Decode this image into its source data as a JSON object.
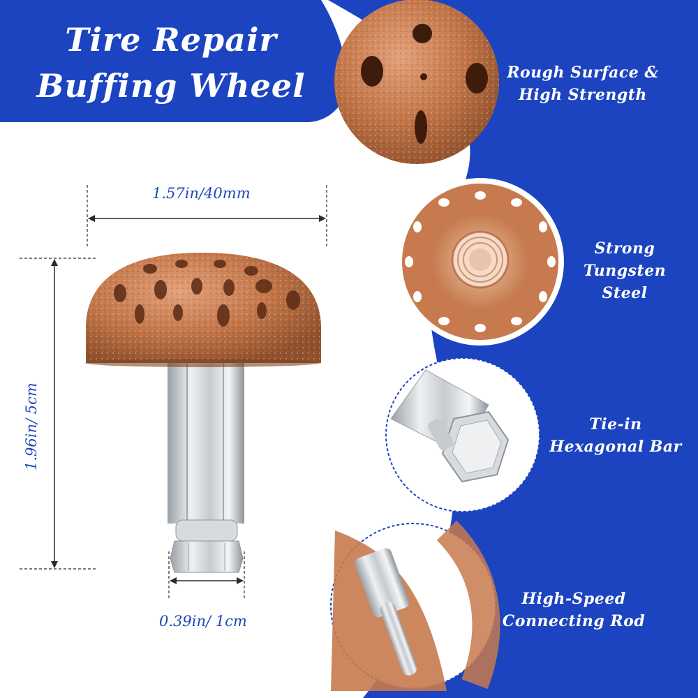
{
  "title": {
    "line1": "Tire Repair",
    "line2": "Buffing Wheel"
  },
  "dimensions": {
    "width": "1.57in/40mm",
    "height": "1.96in/ 5cm",
    "shank": "0.39in/ 1cm"
  },
  "features": [
    {
      "line1": "Rough Surface &",
      "line2": "High Strength",
      "icon": "buffing-head-closeup"
    },
    {
      "line1": "Strong",
      "line2": "Tungsten Steel",
      "icon": "threaded-hub-closeup"
    },
    {
      "line1": "Tie-in",
      "line2": "Hexagonal Bar",
      "icon": "hex-shank-closeup"
    },
    {
      "line1": "High-Speed",
      "line2": "Connecting Rod",
      "icon": "connecting-rod-closeup"
    }
  ],
  "colors": {
    "brand_blue": "#1c44c0",
    "copper": "#c5794f",
    "steel": "#c9cdd2"
  }
}
